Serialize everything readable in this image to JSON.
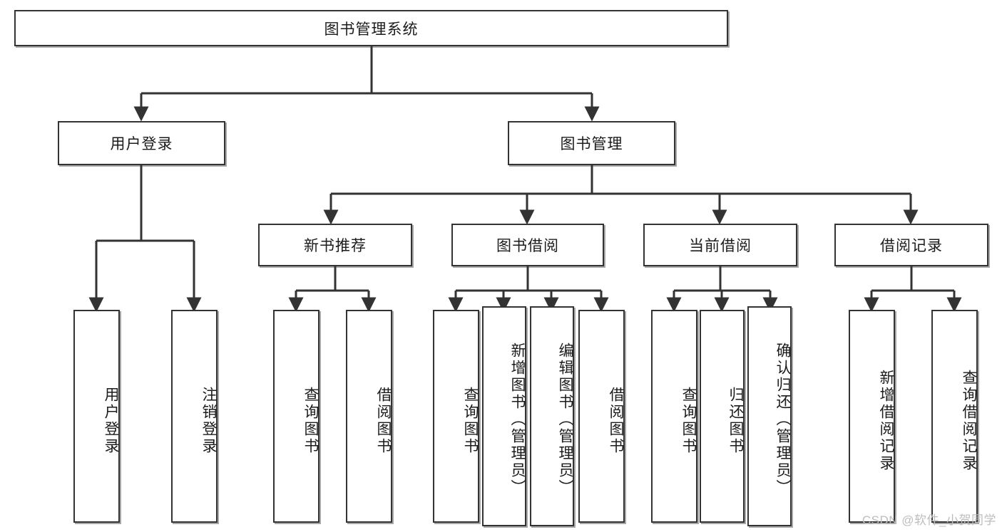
{
  "diagram": {
    "type": "tree-hierarchy-chart",
    "title_node": {
      "label": "图书管理系统"
    },
    "level2": [
      {
        "id": "user-login",
        "label": "用户登录"
      },
      {
        "id": "book-management",
        "label": "图书管理"
      }
    ],
    "level3": [
      {
        "id": "new-book-recommend",
        "label": "新书推荐"
      },
      {
        "id": "book-borrow",
        "label": "图书借阅"
      },
      {
        "id": "current-borrow",
        "label": "当前借阅"
      },
      {
        "id": "borrow-record",
        "label": "借阅记录"
      }
    ],
    "leaves": {
      "user_login": [
        {
          "id": "leaf-user-login",
          "label": "用户登录"
        },
        {
          "id": "leaf-logout-login",
          "label": "注销登录"
        }
      ],
      "new_book_recommend": [
        {
          "id": "leaf-query-book-1",
          "label": "查询图书"
        },
        {
          "id": "leaf-borrow-book-1",
          "label": "借阅图书"
        }
      ],
      "book_borrow": [
        {
          "id": "leaf-query-book-2",
          "label": "查询图书"
        },
        {
          "id": "leaf-add-book",
          "label": "新增图书（管理员）"
        },
        {
          "id": "leaf-edit-book",
          "label": "编辑图书（管理员）"
        },
        {
          "id": "leaf-borrow-book-2",
          "label": "借阅图书"
        }
      ],
      "current_borrow": [
        {
          "id": "leaf-query-book-3",
          "label": "查询图书"
        },
        {
          "id": "leaf-return-book",
          "label": "归还图书"
        },
        {
          "id": "leaf-confirm-return",
          "label": "确认归还（管理员）"
        }
      ],
      "borrow_record": [
        {
          "id": "leaf-add-record",
          "label": "新增借阅记录"
        },
        {
          "id": "leaf-query-record",
          "label": "查询借阅记录"
        }
      ]
    },
    "colors": {
      "stroke": "#333333",
      "fill": "#ffffff",
      "text": "#1b1b1b",
      "watermark": "#bdbdbd"
    }
  },
  "watermark": {
    "text": "CSDN @软件_小贺同学"
  }
}
